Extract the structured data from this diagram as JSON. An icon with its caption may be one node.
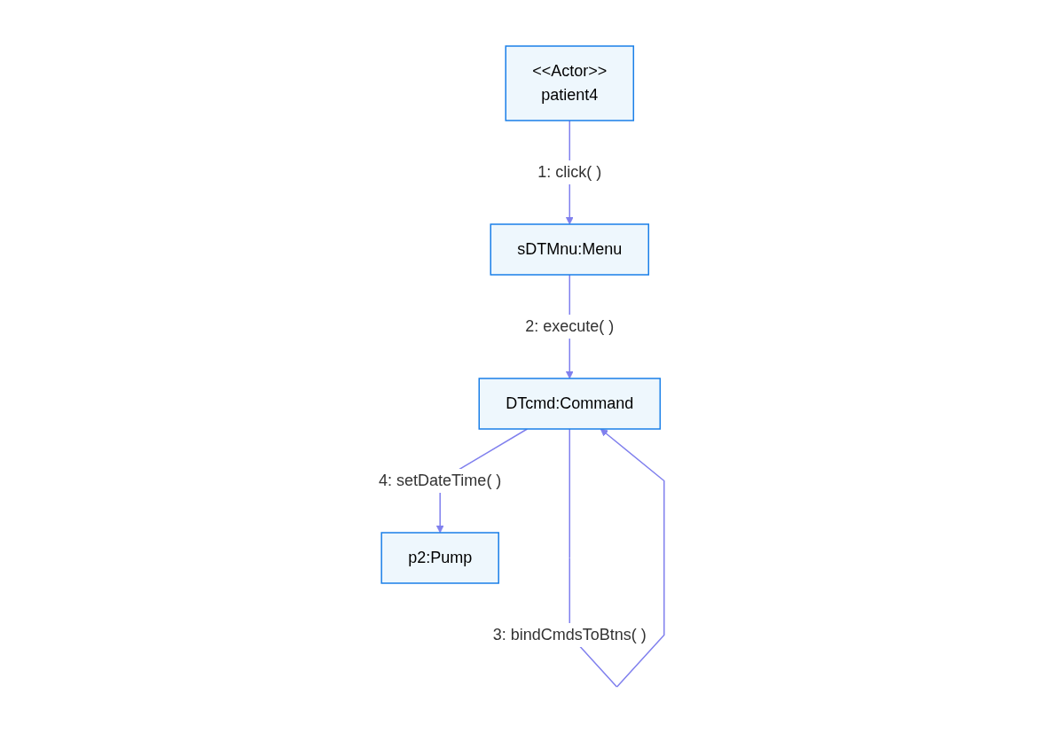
{
  "diagram": {
    "nodes": [
      {
        "text": [
          "sDTMnu:Menu"
        ]
      },
      {
        "text": [
          "DTcmd:Command"
        ]
      },
      {
        "text": [
          "<<Actor>>",
          "patient4"
        ]
      },
      {
        "text": [
          "p2:Pump"
        ]
      }
    ],
    "edges": [
      {
        "from": 2,
        "to": 0,
        "arrow": "to",
        "label": "1: click( )"
      },
      {
        "from": 0,
        "to": 1,
        "arrow": "to",
        "label": "2: execute( )"
      },
      {
        "from": 1,
        "to": 1,
        "arrow": "to",
        "label": "3: bindCmdsToBtns( )"
      },
      {
        "from": 1,
        "to": 3,
        "arrow": "to",
        "label": "4: setDateTime( )"
      }
    ]
  }
}
